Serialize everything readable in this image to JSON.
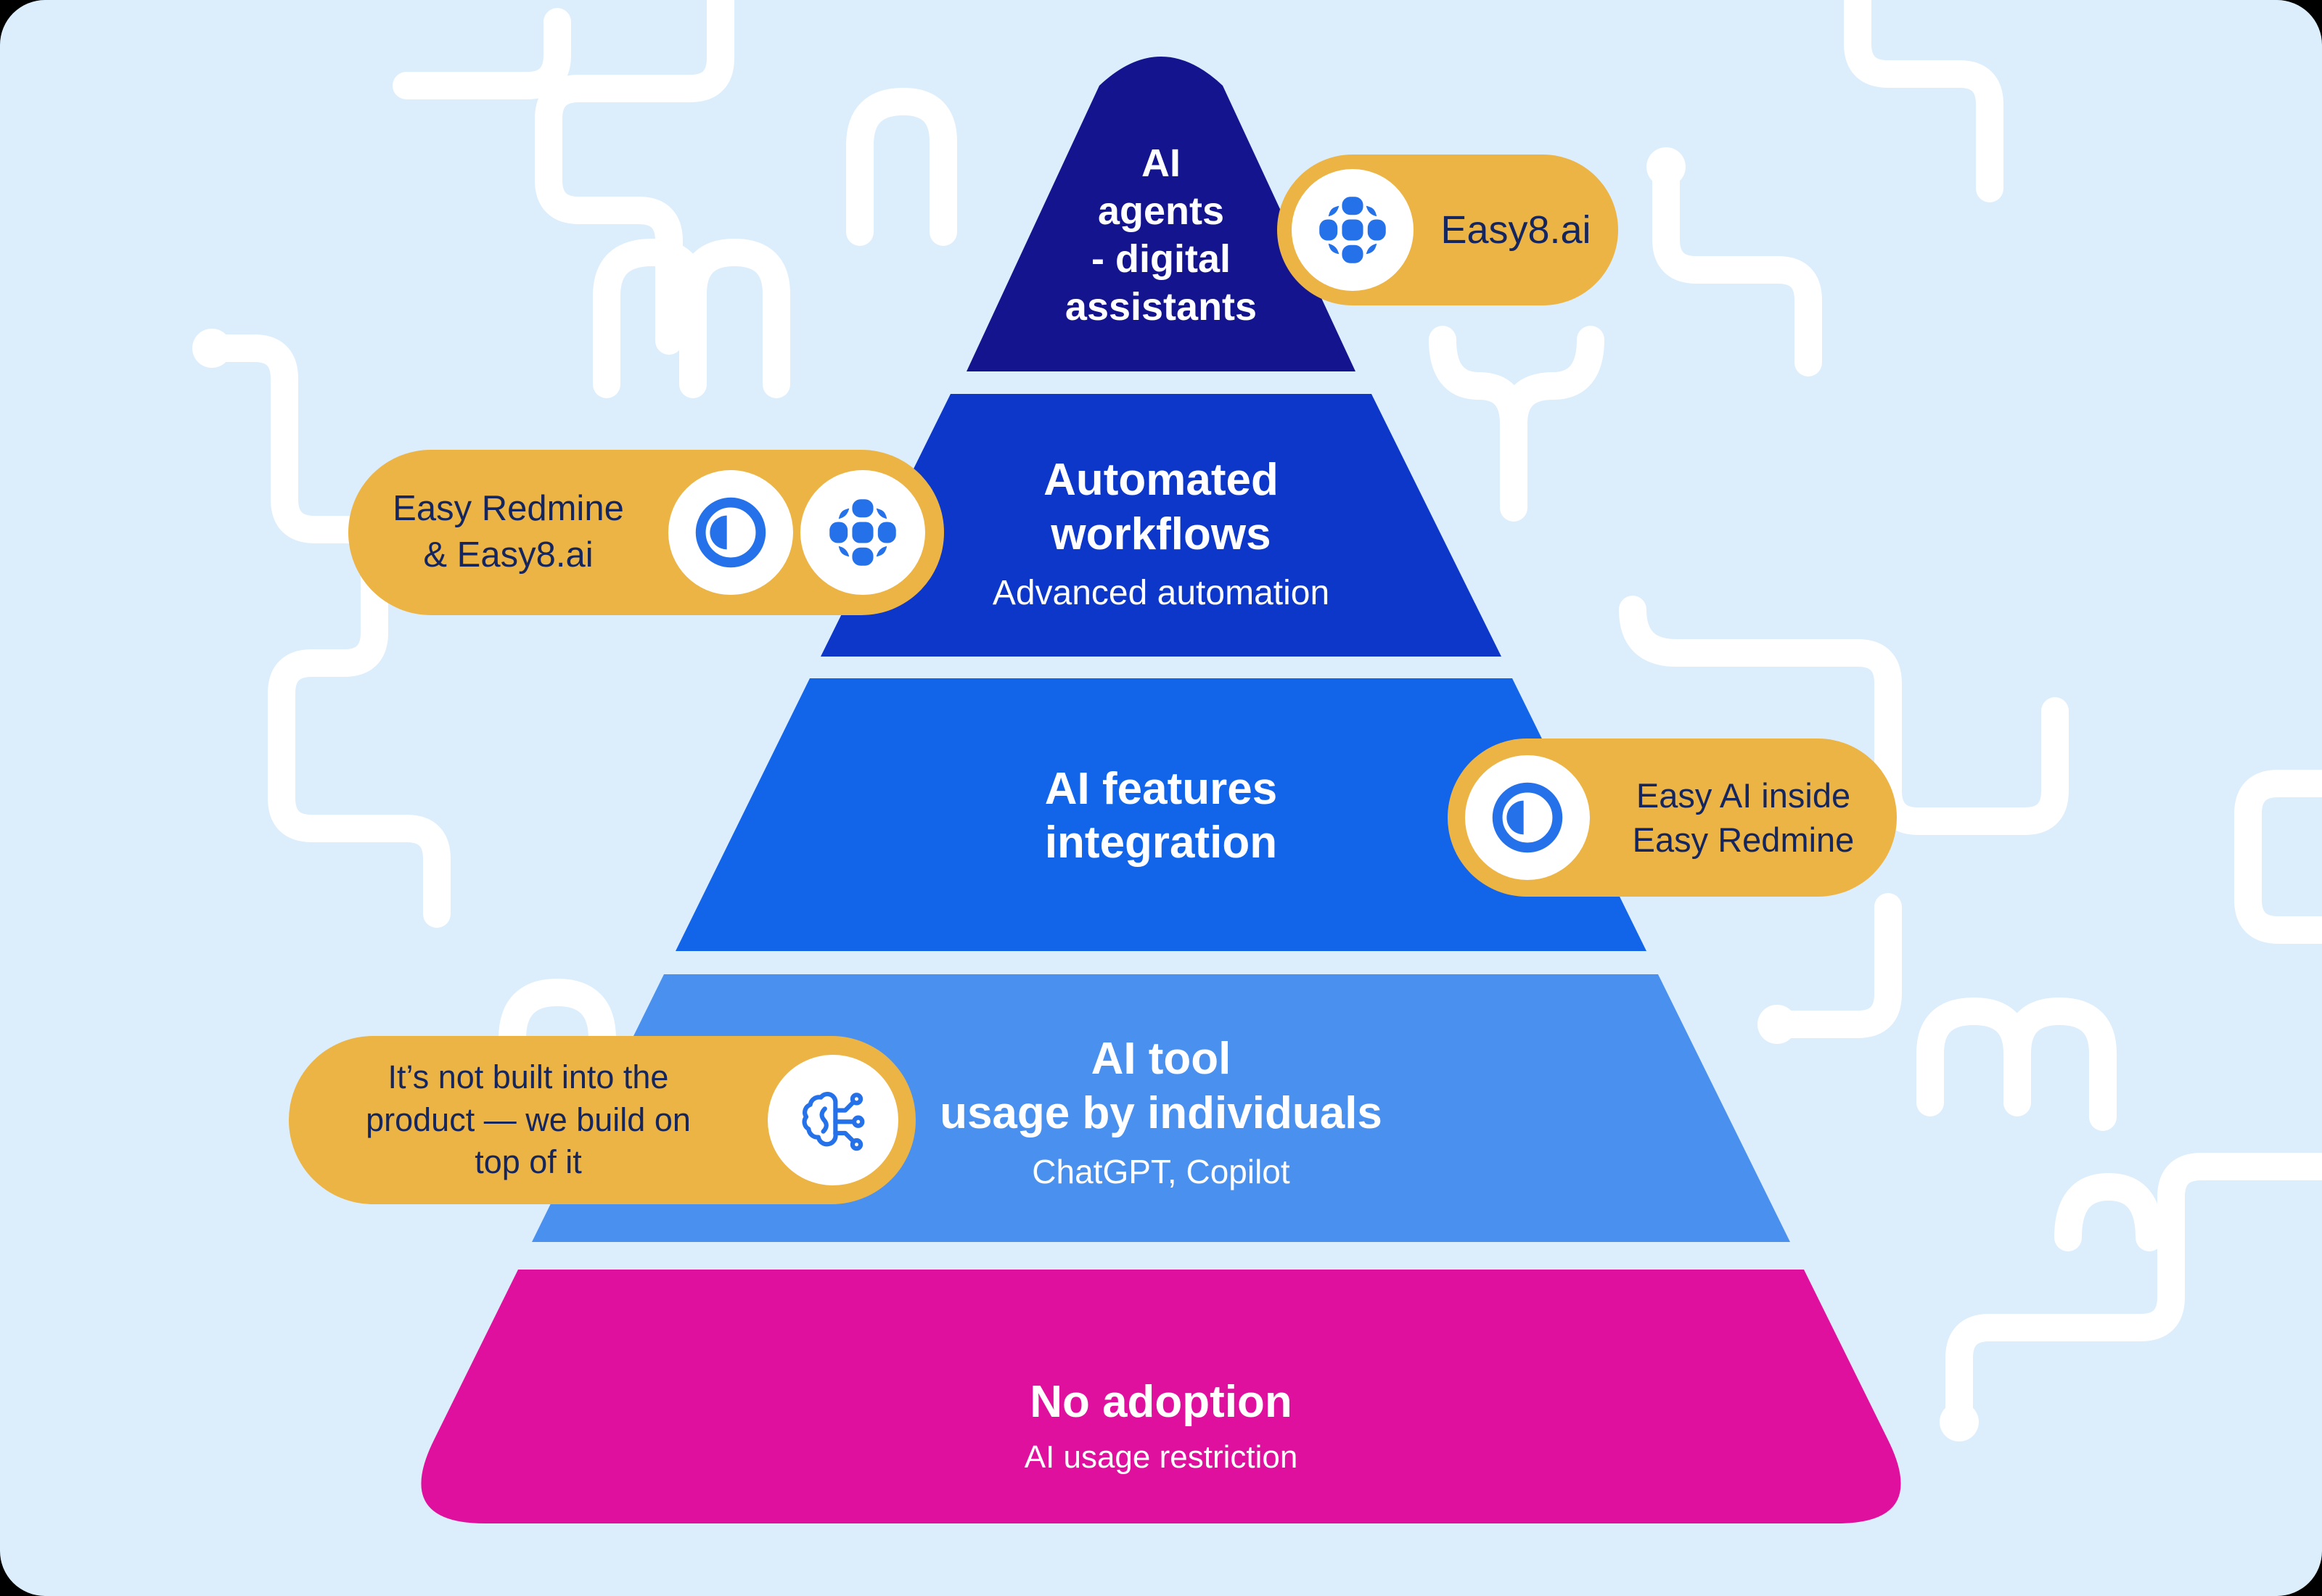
{
  "colors": {
    "bg": "#dcedfc",
    "badge": "#ecb444",
    "badge_text": "#15265e",
    "logo_blue": "#2471ea",
    "decor": "#ffffff"
  },
  "tiers": [
    {
      "name": "ai-agents-digital-assistants",
      "title": "AI\nagents\n- digital\nassistants",
      "subtitle": "",
      "color": "#14148f"
    },
    {
      "name": "automated-workflows",
      "title": "Automated\nworkflows",
      "subtitle": "Advanced automation",
      "color": "#0c37c8"
    },
    {
      "name": "ai-features-integration",
      "title": "AI features\nintegration",
      "subtitle": "",
      "color": "#1264e9"
    },
    {
      "name": "ai-tool-usage",
      "title": "AI tool\nusage by individuals",
      "subtitle": "ChatGPT, Copilot",
      "color": "#4a90ef"
    },
    {
      "name": "no-adoption",
      "title": "No adoption",
      "subtitle": "AI usage restriction",
      "color": "#e0109e"
    }
  ],
  "badges": [
    {
      "name": "easy8-badge",
      "text": "Easy8.ai",
      "icons": [
        "easy8-logo"
      ]
    },
    {
      "name": "easy-redmine-easy8-badge",
      "text": "Easy Redmine\n& Easy8.ai",
      "icons": [
        "easy-redmine-logo",
        "easy8-logo"
      ]
    },
    {
      "name": "easy-ai-inside-badge",
      "text": "Easy AI inside\nEasy Redmine",
      "icons": [
        "easy-redmine-logo"
      ]
    },
    {
      "name": "not-built-in-badge",
      "text": "It’s not built into the\nproduct — we build on\ntop of it",
      "icons": [
        "ai-brain-icon"
      ]
    }
  ]
}
